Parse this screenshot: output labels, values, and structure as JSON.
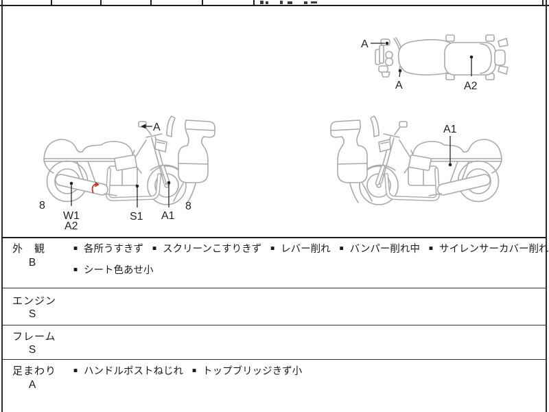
{
  "ui": {
    "bullet": "■"
  },
  "diagram": {
    "stroke_color": "#a9a9a9",
    "label_color": "#1f1f1f",
    "leader_color": "#222222",
    "damage_mark_color": "#c0392b",
    "side_left": {
      "labels": {
        "mirror": "A",
        "rear_tire": "8",
        "muffler_w": "W1",
        "muffler_a": "A2",
        "engine": "S1",
        "fork": "A1",
        "front_tire": "8"
      }
    },
    "side_right": {
      "labels": {
        "side_cover": "A1"
      }
    },
    "top_view": {
      "labels": {
        "mirror": "A",
        "screen": "A",
        "seat": "A2"
      }
    }
  },
  "inspection": {
    "rows": [
      {
        "section": "外　観",
        "grade": "B",
        "items": [
          "各所うすきず",
          "スクリーンこすりきず",
          "レバー削れ",
          "バンパー削れ中",
          "サイレンサーカバー削れ小"
        ],
        "items2": [
          "シート色あせ小"
        ]
      },
      {
        "section": "エンジン",
        "grade": "S",
        "items": [],
        "items2": []
      },
      {
        "section": "フレーム",
        "grade": "S",
        "items": [],
        "items2": []
      },
      {
        "section": "足まわり",
        "grade": "A",
        "items": [
          "ハンドルポストねじれ",
          "トップブリッジきず小"
        ],
        "items2": []
      }
    ]
  }
}
